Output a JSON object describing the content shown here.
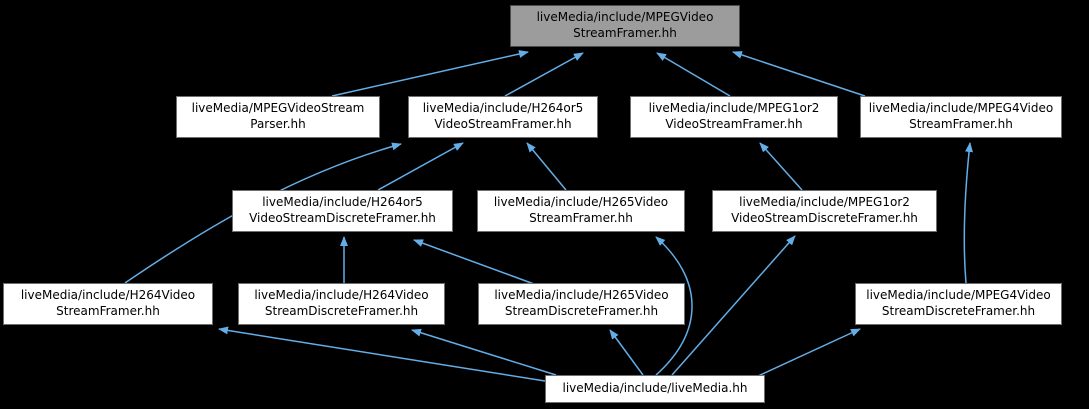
{
  "diagram_type": "include-dependency-graph",
  "colors": {
    "background": "#000000",
    "edge": "#63aee8",
    "node_background": "#ffffff",
    "node_border": "#6e6e6e",
    "highlight_node_background": "#9c9c9c",
    "text": "#000000"
  },
  "nodes": [
    {
      "id": "mpeg-video-stream-framer",
      "file": "liveMedia/include/MPEGVideoStreamFramer.hh",
      "line1": "liveMedia/include/MPEGVideo",
      "line2": "StreamFramer.hh",
      "highlighted": true
    },
    {
      "id": "mpeg-video-stream-parser",
      "file": "liveMedia/MPEGVideoStreamParser.hh",
      "line1": "liveMedia/MPEGVideoStream",
      "line2": "Parser.hh",
      "highlighted": false
    },
    {
      "id": "h264or5-video-stream-framer",
      "file": "liveMedia/include/H264or5VideoStreamFramer.hh",
      "line1": "liveMedia/include/H264or5",
      "line2": "VideoStreamFramer.hh",
      "highlighted": false
    },
    {
      "id": "mpeg1or2-video-stream-framer",
      "file": "liveMedia/include/MPEG1or2VideoStreamFramer.hh",
      "line1": "liveMedia/include/MPEG1or2",
      "line2": "VideoStreamFramer.hh",
      "highlighted": false
    },
    {
      "id": "mpeg4-video-stream-framer",
      "file": "liveMedia/include/MPEG4VideoStreamFramer.hh",
      "line1": "liveMedia/include/MPEG4Video",
      "line2": "StreamFramer.hh",
      "highlighted": false
    },
    {
      "id": "h264or5-video-stream-discrete-framer",
      "file": "liveMedia/include/H264or5VideoStreamDiscreteFramer.hh",
      "line1": "liveMedia/include/H264or5",
      "line2": "VideoStreamDiscreteFramer.hh",
      "highlighted": false
    },
    {
      "id": "h265-video-stream-framer",
      "file": "liveMedia/include/H265VideoStreamFramer.hh",
      "line1": "liveMedia/include/H265Video",
      "line2": "StreamFramer.hh",
      "highlighted": false
    },
    {
      "id": "mpeg1or2-video-stream-discrete-framer",
      "file": "liveMedia/include/MPEG1or2VideoStreamDiscreteFramer.hh",
      "line1": "liveMedia/include/MPEG1or2",
      "line2": "VideoStreamDiscreteFramer.hh",
      "highlighted": false
    },
    {
      "id": "h264-video-stream-framer",
      "file": "liveMedia/include/H264VideoStreamFramer.hh",
      "line1": "liveMedia/include/H264Video",
      "line2": "StreamFramer.hh",
      "highlighted": false
    },
    {
      "id": "h264-video-stream-discrete-framer",
      "file": "liveMedia/include/H264VideoStreamDiscreteFramer.hh",
      "line1": "liveMedia/include/H264Video",
      "line2": "StreamDiscreteFramer.hh",
      "highlighted": false
    },
    {
      "id": "h265-video-stream-discrete-framer",
      "file": "liveMedia/include/H265VideoStreamDiscreteFramer.hh",
      "line1": "liveMedia/include/H265Video",
      "line2": "StreamDiscreteFramer.hh",
      "highlighted": false
    },
    {
      "id": "mpeg4-video-stream-discrete-framer",
      "file": "liveMedia/include/MPEG4VideoStreamDiscreteFramer.hh",
      "line1": "liveMedia/include/MPEG4Video",
      "line2": "StreamDiscreteFramer.hh",
      "highlighted": false
    },
    {
      "id": "livemedia",
      "file": "liveMedia/include/liveMedia.hh",
      "line1": "liveMedia/include/liveMedia.hh",
      "line2": "",
      "highlighted": false
    }
  ],
  "edges": [
    {
      "from": "mpeg-video-stream-parser",
      "to": "mpeg-video-stream-framer"
    },
    {
      "from": "h264or5-video-stream-framer",
      "to": "mpeg-video-stream-framer"
    },
    {
      "from": "mpeg1or2-video-stream-framer",
      "to": "mpeg-video-stream-framer"
    },
    {
      "from": "mpeg4-video-stream-framer",
      "to": "mpeg-video-stream-framer"
    },
    {
      "from": "h264or5-video-stream-discrete-framer",
      "to": "h264or5-video-stream-framer"
    },
    {
      "from": "h265-video-stream-framer",
      "to": "h264or5-video-stream-framer"
    },
    {
      "from": "h264-video-stream-framer",
      "to": "h264or5-video-stream-framer"
    },
    {
      "from": "mpeg1or2-video-stream-discrete-framer",
      "to": "mpeg1or2-video-stream-framer"
    },
    {
      "from": "mpeg4-video-stream-discrete-framer",
      "to": "mpeg4-video-stream-framer"
    },
    {
      "from": "h264-video-stream-discrete-framer",
      "to": "h264or5-video-stream-discrete-framer"
    },
    {
      "from": "h265-video-stream-discrete-framer",
      "to": "h264or5-video-stream-discrete-framer"
    },
    {
      "from": "livemedia",
      "to": "h264-video-stream-framer"
    },
    {
      "from": "livemedia",
      "to": "h264-video-stream-discrete-framer"
    },
    {
      "from": "livemedia",
      "to": "h265-video-stream-discrete-framer"
    },
    {
      "from": "livemedia",
      "to": "mpeg4-video-stream-discrete-framer"
    },
    {
      "from": "livemedia",
      "to": "mpeg1or2-video-stream-discrete-framer"
    },
    {
      "from": "livemedia",
      "to": "h265-video-stream-framer"
    }
  ]
}
